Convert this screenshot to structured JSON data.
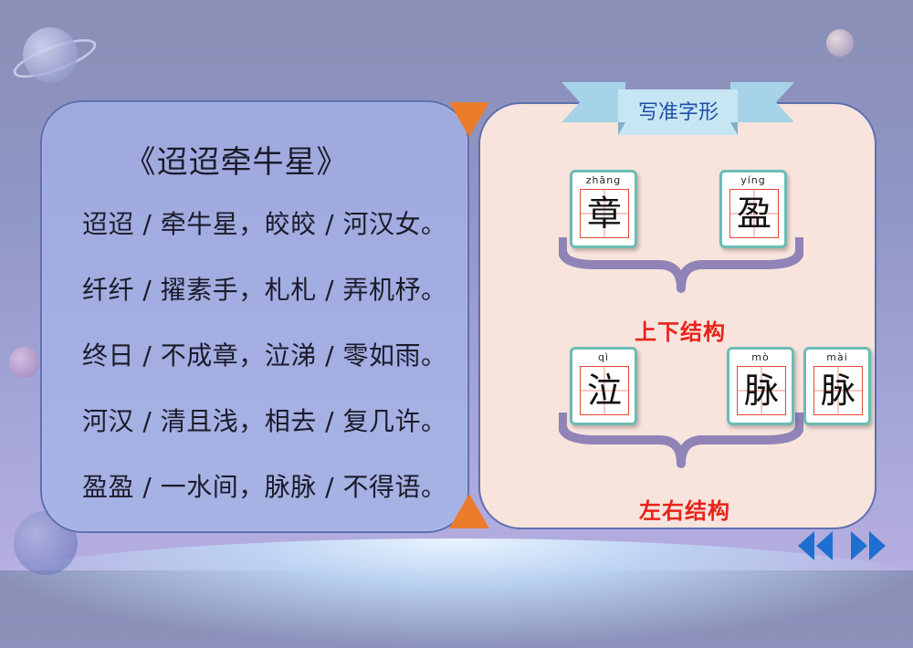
{
  "poem": {
    "title": "《迢迢牵牛星》",
    "lines": [
      "迢迢 / 牵牛星，皎皎 / 河汉女。",
      "纤纤 / 擢素手，札札 / 弄机杼。",
      "终日 / 不成章，泣涕 / 零如雨。",
      "河汉 / 清且浅，相去 / 复几许。",
      "盈盈 / 一水间，脉脉 / 不得语。"
    ]
  },
  "panel": {
    "heading": "写准字形",
    "groups": [
      {
        "label": "上下结构",
        "chars": [
          {
            "pinyin": "zhāng",
            "char": "章"
          },
          {
            "pinyin": "yíng",
            "char": "盈"
          }
        ]
      },
      {
        "label": "左右结构",
        "chars": [
          {
            "pinyin": "qì",
            "char": "泣"
          },
          {
            "pinyin": "mò",
            "char": "脉"
          },
          {
            "pinyin": "mài",
            "char": "脉"
          }
        ]
      }
    ]
  },
  "nav": {
    "prev_icon": "double-chevron-left-icon",
    "next_icon": "double-chevron-right-icon"
  },
  "colors": {
    "accent_orange": "#ea7c2c",
    "label_red": "#e8231c",
    "heading_blue": "#1f4fa6",
    "card_border": "#6bbcb5",
    "brace_purple": "#8f83b8",
    "nav_blue": "#1e6fd0"
  }
}
